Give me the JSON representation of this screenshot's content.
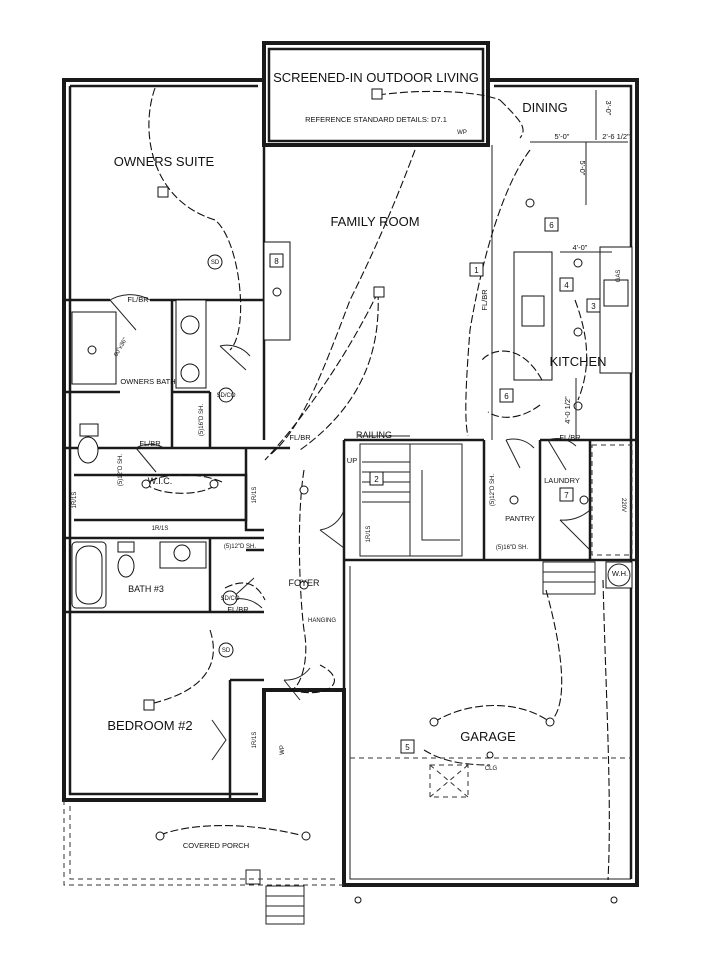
{
  "rooms": {
    "screened": "SCREENED-IN OUTDOOR LIVING",
    "reference": "REFERENCE STANDARD DETAILS: D7.1",
    "dining": "DINING",
    "owners_suite": "OWNERS SUITE",
    "family_room": "FAMILY ROOM",
    "kitchen": "KITCHEN",
    "owners_bath": "OWNERS BATH",
    "wic": "W.I.C.",
    "bath3": "BATH #3",
    "foyer": "FOYER",
    "pantry": "PANTRY",
    "laundry": "LAUNDRY",
    "garage": "GARAGE",
    "bedroom2": "BEDROOM #2",
    "covered_porch": "COVERED PORCH",
    "wh": "W.H."
  },
  "notes": {
    "railing": "RAILING",
    "up": "UP",
    "fl_br": "FL/BR",
    "shower_size": "60\"x36\"",
    "hanging": "HANGING",
    "clg": "CLG",
    "wp": "WP",
    "sd": "SD",
    "sdco": "SD/CO",
    "shelf_owners": "(5)16\"D SH.",
    "shelf_wic": "(5)12\"D SH.",
    "shelf_bath3": "(5)12\"D SH.",
    "shelf_pantry_side": "(5)12\"D SH.",
    "shelf_pantry": "(5)16\"D SH.",
    "rod_wic": "1R/1S",
    "rod_side": "1R/1S",
    "rod_hall": "1R/1S",
    "rod_bed2": "1R/1S",
    "gas": "GAS",
    "dryer": "220V"
  },
  "dimensions": {
    "d1": "5'-0\"",
    "d2": "2'-6 1/2\"",
    "d3": "3'-0\"",
    "d4": "5'-0\"",
    "d5": "4'-0\"",
    "d6": "4'-0 1/2\""
  },
  "tags": [
    "1",
    "2",
    "3",
    "4",
    "5",
    "6",
    "6",
    "7",
    "8"
  ]
}
